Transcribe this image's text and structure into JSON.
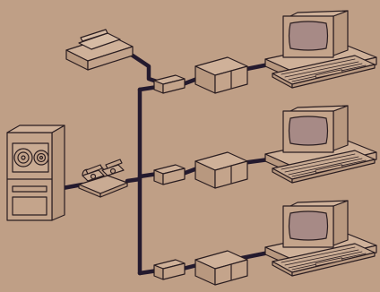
{
  "illustration": {
    "background_color": "#bf9f86",
    "line_color": "#2a1d20",
    "cable_color": "#241a2e",
    "fill_color": "#c4a48b",
    "screen_color": "#a78a86",
    "components": [
      "mainframe-tape-drive",
      "acoustic-modem",
      "network-bus-cable",
      "line-printer",
      "junction-box",
      "terminal-controller",
      "computer-terminal"
    ],
    "terminals": [
      "top",
      "middle",
      "bottom"
    ]
  }
}
